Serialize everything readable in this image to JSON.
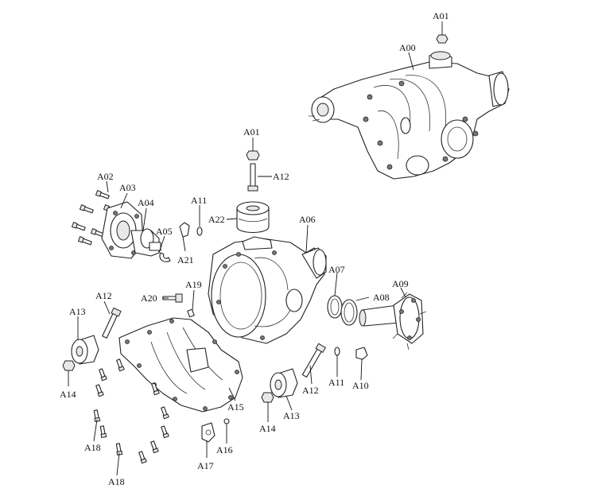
{
  "callouts": [
    {
      "text": "A01"
    },
    {
      "text": "A00"
    },
    {
      "text": "A01"
    },
    {
      "text": "A12"
    },
    {
      "text": "A02"
    },
    {
      "text": "A03"
    },
    {
      "text": "A04"
    },
    {
      "text": "A05"
    },
    {
      "text": "A21"
    },
    {
      "text": "A11"
    },
    {
      "text": "A22"
    },
    {
      "text": "A06"
    },
    {
      "text": "A07"
    },
    {
      "text": "A08"
    },
    {
      "text": "A09"
    },
    {
      "text": "A19"
    },
    {
      "text": "A20"
    },
    {
      "text": "A12"
    },
    {
      "text": "A13"
    },
    {
      "text": "A14"
    },
    {
      "text": "A15"
    },
    {
      "text": "A16"
    },
    {
      "text": "A17"
    },
    {
      "text": "A18"
    },
    {
      "text": "A18"
    },
    {
      "text": "A12"
    },
    {
      "text": "A11"
    },
    {
      "text": "A10"
    },
    {
      "text": "A13"
    },
    {
      "text": "A14"
    }
  ]
}
